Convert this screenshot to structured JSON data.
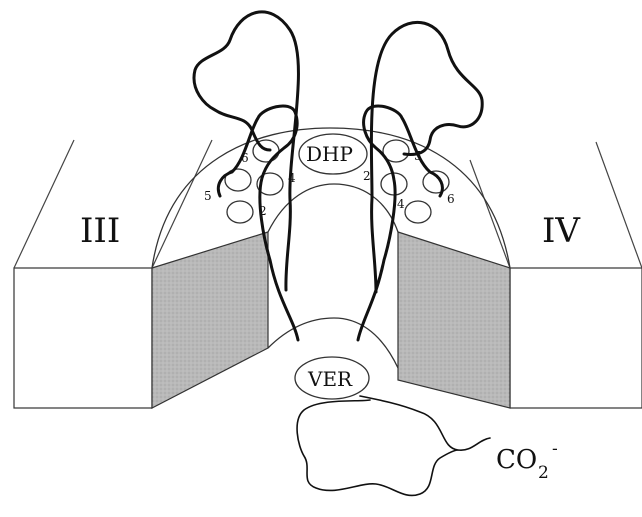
{
  "diagram": {
    "domain_labels": {
      "left": "III",
      "right": "IV"
    },
    "binding_site_labels": {
      "dhp": "DHP",
      "ver": "VER"
    },
    "helix_numbers": {
      "left": [
        "6",
        "5",
        "4",
        "2"
      ],
      "right": [
        "5",
        "2",
        "4",
        "6"
      ]
    },
    "carboxylate": {
      "base": "CO",
      "subscript": "2",
      "superscript": "-"
    }
  }
}
